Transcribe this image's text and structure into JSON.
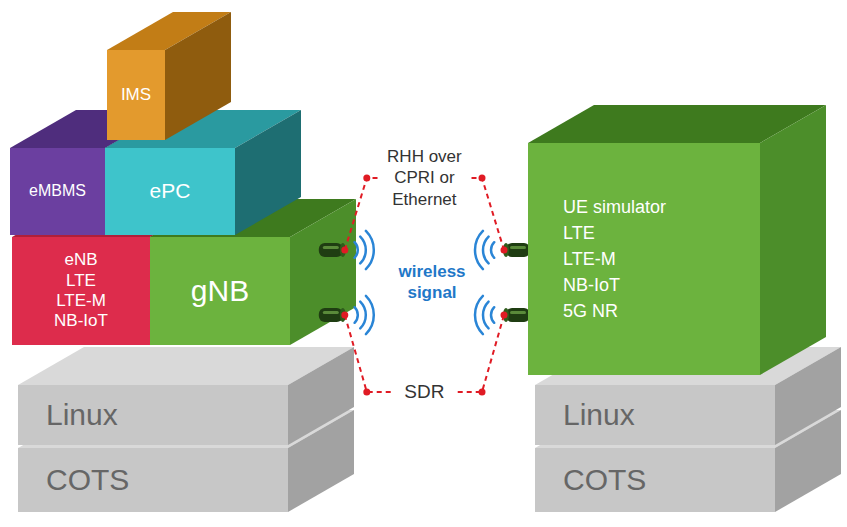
{
  "diagram": {
    "nodes": [
      {
        "text": [
          "IMS"
        ]
      },
      {
        "text": [
          "eMBMS"
        ]
      },
      {
        "text": [
          "ePC"
        ]
      },
      {
        "text": [
          "eNB",
          "LTE",
          "LTE-M",
          "NB-IoT"
        ]
      },
      {
        "text": [
          "gNB"
        ]
      },
      {
        "text": [
          "Linux"
        ]
      },
      {
        "text": [
          "COTS"
        ]
      },
      {
        "text": [
          "UE simulator",
          "LTE",
          "LTE-M",
          "NB-IoT",
          "5G NR"
        ]
      },
      {
        "text": [
          "Linux"
        ]
      },
      {
        "text": [
          "COTS"
        ]
      }
    ],
    "edges": [
      {
        "from": 4,
        "to": 7,
        "arrow": "none",
        "label": "RHH over CPRI or Ethernet"
      },
      {
        "from": 4,
        "to": 7,
        "arrow": "none",
        "label": "SDR"
      }
    ],
    "labels": [
      "wireless signal"
    ]
  }
}
